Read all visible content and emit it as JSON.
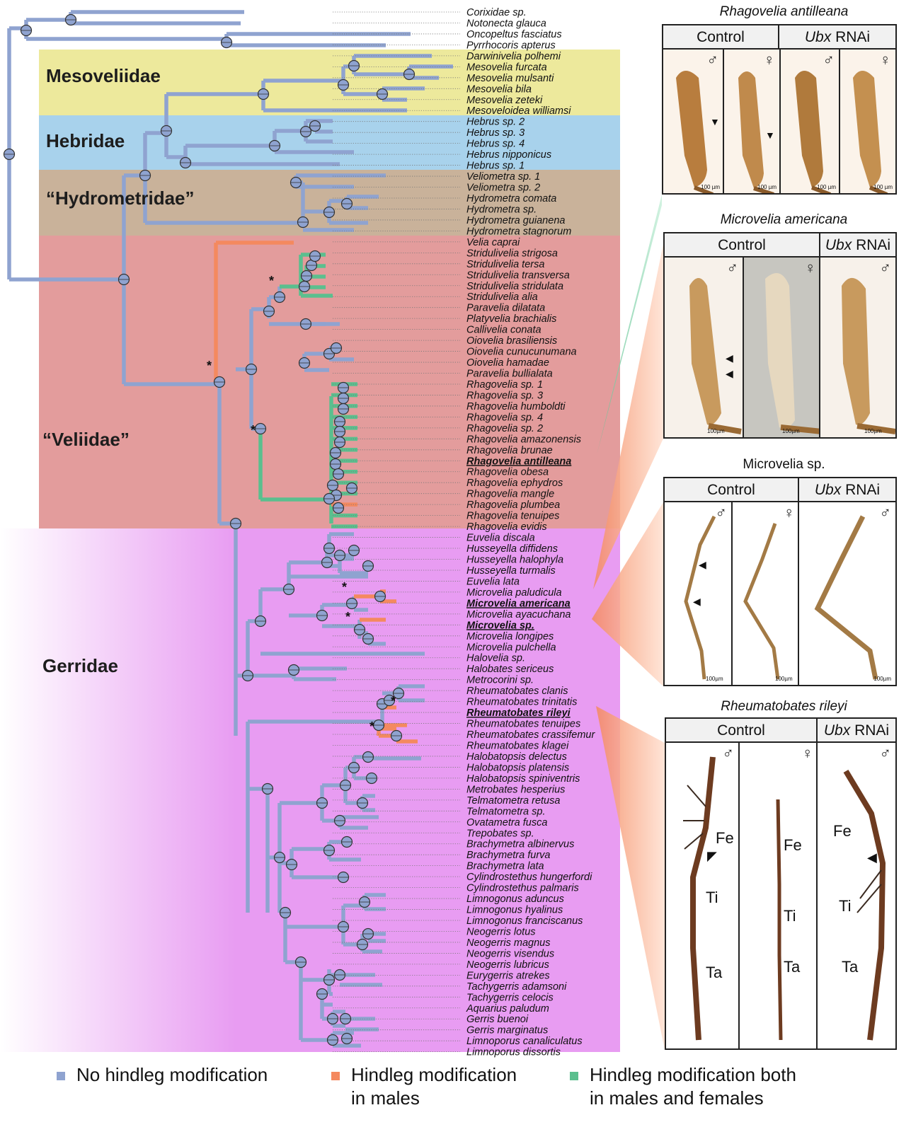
{
  "colors": {
    "no_mod": "#8fa3d0",
    "male_mod": "#f4895f",
    "both_mod": "#5bbf8e",
    "band_mesoveliidae": "#ede99c",
    "band_hebridae": "#a8d2ec",
    "band_hydrometridae": "#c9b29a",
    "band_veliidae": "#e39c9c",
    "band_gerridae": "#e89cf2"
  },
  "families": [
    {
      "name": "Mesoveliidae",
      "band": "band_mesoveliidae"
    },
    {
      "name": "Hebridae",
      "band": "band_hebridae"
    },
    {
      "name": "“Hydrometridae”",
      "band": "band_hydrometridae"
    },
    {
      "name": "“Veliidae”",
      "band": "band_veliidae"
    },
    {
      "name": "Gerridae",
      "band": "band_gerridae"
    }
  ],
  "taxa": [
    "Corixidae sp.",
    "Notonecta glauca",
    "Oncopeltus fasciatus",
    "Pyrrhocoris apterus",
    "Darwinivelia polhemi",
    "Mesovelia furcata",
    "Mesovelia mulsanti",
    "Mesovelia bila",
    "Mesovelia zeteki",
    "Mesoveloidea williamsi",
    "Hebrus sp. 2",
    "Hebrus sp. 3",
    "Hebrus sp. 4",
    "Hebrus nipponicus",
    "Hebrus sp. 1",
    "Veliometra sp. 1",
    "Veliometra sp. 2",
    "Hydrometra comata",
    "Hydrometra sp.",
    "Hydrometra guianena",
    "Hydrometra stagnorum",
    "Velia caprai",
    "Stridulivelia strigosa",
    "Stridulivelia tersa",
    "Stridulivelia transversa",
    "Stridulivelia stridulata",
    "Stridulivelia alia",
    "Paravelia dilatata",
    "Platyvelia brachialis",
    "Callivelia conata",
    "Oiovelia brasiliensis",
    "Oiovelia cunucunumana",
    "Oiovelia hamadae",
    "Paravelia bullialata",
    "Rhagovelia sp. 1",
    "Rhagovelia sp. 3",
    "Rhagovelia humboldti",
    "Rhagovelia sp. 4",
    "Rhagovelia sp. 2",
    "Rhagovelia amazonensis",
    "Rhagovelia brunae",
    "Rhagovelia antilleana",
    "Rhagovelia obesa",
    "Rhagovelia ephydros",
    "Rhagovelia mangle",
    "Rhagovelia plumbea",
    "Rhagovelia tenuipes",
    "Rhagovelia evidis",
    "Euvelia discala",
    "Husseyella diffidens",
    "Husseyella halophyla",
    "Husseyella turmalis",
    "Euvelia lata",
    "Microvelia paludicula",
    "Microvelia americana",
    "Microvelia ayacuchana",
    "Microvelia sp.",
    "Microvelia longipes",
    "Microvelia pulchella",
    "Halovelia sp.",
    "Halobates sericeus",
    "Metrocorini sp.",
    "Rheumatobates clanis",
    "Rheumatobates trinitatis",
    "Rheumatobates rileyi",
    "Rheumatobates tenuipes",
    "Rheumatobates crassifemur",
    "Rheumatobates klagei",
    "Halobatopsis delectus",
    "Halobatopsis platensis",
    "Halobatopsis spiniventris",
    "Metrobates hesperius",
    "Telmatometra retusa",
    "Telmatometra sp.",
    "Ovatametra fusca",
    "Trepobates sp.",
    "Brachymetra albinervus",
    "Brachymetra furva",
    "Brachymetra lata",
    "Cylindrostethus hungerfordi",
    "Cylindrostethus palmaris",
    "Limnogonus aduncus",
    "Limnogonus hyalinus",
    "Limnogonus franciscanus",
    "Neogerris lotus",
    "Neogerris magnus",
    "Neogerris visendus",
    "Neogerris lubricus",
    "Eurygerris atrekes",
    "Tachygerris adamsoni",
    "Tachygerris celocis",
    "Aquarius paludum",
    "Gerris buenoi",
    "Gerris marginatus",
    "Limnoporus canaliculatus",
    "Limnoporus dissortis"
  ],
  "highlighted_taxa": [
    "Rhagovelia antilleana",
    "Microvelia americana",
    "Microvelia sp.",
    "Rheumatobates rileyi"
  ],
  "panels": {
    "p1": {
      "title": "Rhagovelia antilleana",
      "control": "Control",
      "ubx_gene": "Ubx",
      "ubx_rest": " RNAi",
      "scale": "100 µm",
      "syms": [
        "♂",
        "♀",
        "♂",
        "♀"
      ]
    },
    "p2": {
      "title": "Microvelia americana",
      "control": "Control",
      "ubx_gene": "Ubx",
      "ubx_rest": " RNAi",
      "scale": "100µm",
      "syms": [
        "♂",
        "♀",
        "♂"
      ]
    },
    "p3": {
      "title": "Microvelia sp.",
      "control": "Control",
      "ubx_gene": "Ubx",
      "ubx_rest": " RNAi",
      "scale": "100µm",
      "syms": [
        "♂",
        "♀",
        "♂"
      ]
    },
    "p4": {
      "title": "Rheumatobates rileyi",
      "control": "Control",
      "ubx_gene": "Ubx",
      "ubx_rest": " RNAi",
      "syms": [
        "♂",
        "♀",
        "♂"
      ],
      "fe": "Fe",
      "ti": "Ti",
      "ta": "Ta"
    }
  },
  "legend": {
    "no_mod": "No hindleg modification",
    "male_mod_1": "Hindleg modification",
    "male_mod_2": "in males",
    "both_mod_1": "Hindleg modification both",
    "both_mod_2": "in males and females"
  }
}
